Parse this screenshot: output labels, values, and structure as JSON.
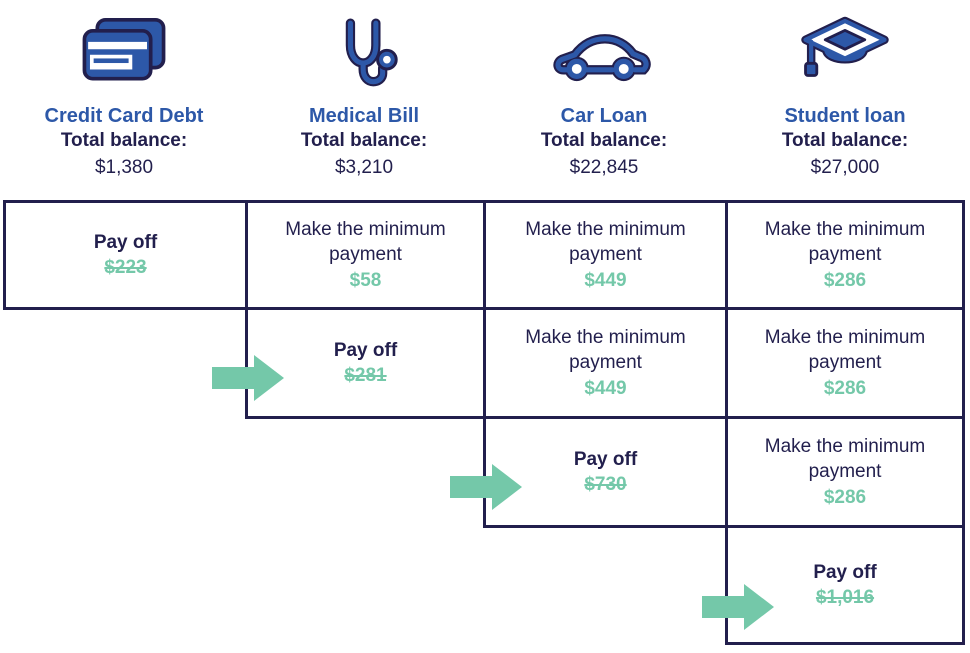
{
  "colors": {
    "navy": "#221F4D",
    "blue": "#2D58A8",
    "mint": "#74C8A9"
  },
  "columns": [
    {
      "title": "Credit Card Debt",
      "icon": "credit-card-icon",
      "balance_label": "Total balance:",
      "balance": "$1,380"
    },
    {
      "title": "Medical Bill",
      "icon": "stethoscope-icon",
      "balance_label": "Total balance:",
      "balance": "$3,210"
    },
    {
      "title": "Car Loan",
      "icon": "car-icon",
      "balance_label": "Total balance:",
      "balance": "$22,845"
    },
    {
      "title": "Student loan",
      "icon": "graduation-cap-icon",
      "balance_label": "Total balance:",
      "balance": "$27,000"
    }
  ],
  "grid": {
    "rows": [
      {
        "cells": [
          {
            "action": "Pay off",
            "amount": "$223",
            "struck": true
          },
          {
            "action": "Make the minimum payment",
            "amount": "$58",
            "struck": false
          },
          {
            "action": "Make the minimum payment",
            "amount": "$449",
            "struck": false
          },
          {
            "action": "Make the minimum payment",
            "amount": "$286",
            "struck": false
          }
        ]
      },
      {
        "cells": [
          {
            "action": "Pay off",
            "amount": "$281",
            "struck": true
          },
          {
            "action": "Make the minimum payment",
            "amount": "$449",
            "struck": false
          },
          {
            "action": "Make the minimum payment",
            "amount": "$286",
            "struck": false
          }
        ]
      },
      {
        "cells": [
          {
            "action": "Pay off",
            "amount": "$730",
            "struck": true
          },
          {
            "action": "Make the minimum payment",
            "amount": "$286",
            "struck": false
          }
        ]
      },
      {
        "cells": [
          {
            "action": "Pay off",
            "amount": "$1,016",
            "struck": true
          }
        ]
      }
    ]
  }
}
